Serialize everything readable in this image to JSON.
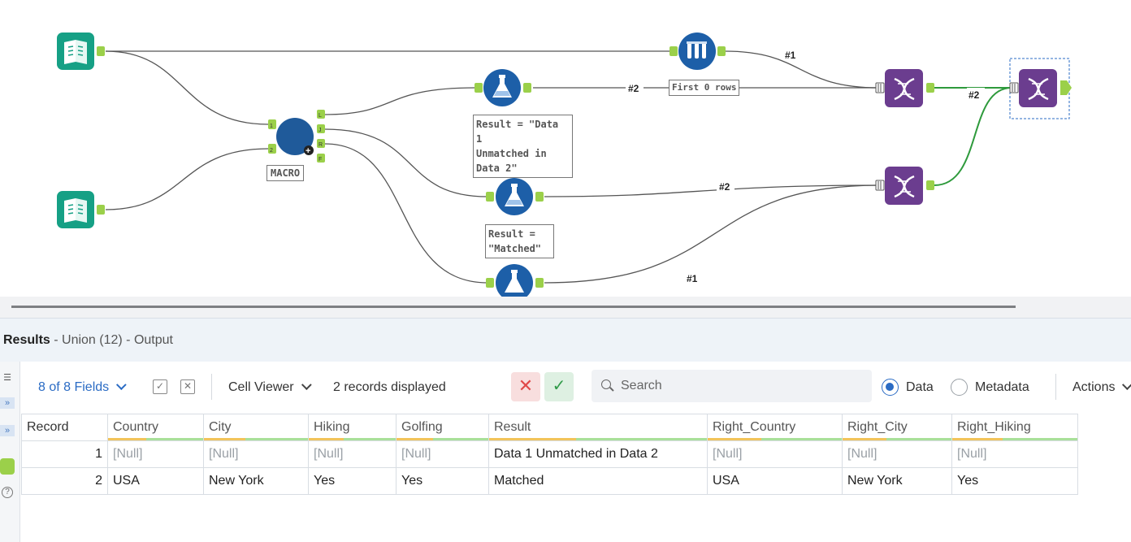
{
  "canvas": {
    "macro_label": "MACRO",
    "annotations": {
      "formula1": "Result = \"Data 1\nUnmatched in\nData 2\"",
      "formula2": "Result =\n\"Matched\"",
      "sample": "First 0 rows"
    },
    "wire_labels": [
      "#1",
      "#2",
      "#2",
      "#1",
      "#2"
    ],
    "macro_anchors": {
      "in1": "1",
      "in2": "2",
      "out_l": "L",
      "out_j": "J",
      "out_r": "R",
      "out_f": "F"
    }
  },
  "results": {
    "title_bold": "Results",
    "title_rest": " - Union (12) - Output"
  },
  "toolbar": {
    "fields_selector": "8 of 8 Fields",
    "cell_viewer": "Cell Viewer",
    "records_displayed": "2 records displayed",
    "search_placeholder": "Search",
    "data_label": "Data",
    "metadata_label": "Metadata",
    "actions_label": "Actions"
  },
  "table": {
    "columns": [
      "Record",
      "Country",
      "City",
      "Hiking",
      "Golfing",
      "Result",
      "Right_Country",
      "Right_City",
      "Right_Hiking"
    ],
    "rows": [
      [
        "1",
        "[Null]",
        "[Null]",
        "[Null]",
        "[Null]",
        "Data 1 Unmatched in Data 2",
        "[Null]",
        "[Null]",
        "[Null]"
      ],
      [
        "2",
        "USA",
        "New York",
        "Yes",
        "Yes",
        "Matched",
        "USA",
        "New York",
        "Yes"
      ]
    ]
  },
  "colors": {
    "input_tool": "#16a085",
    "formula_tool": "#1d5fa8",
    "union_tool": "#6b3d8f",
    "anchor": "#9bd04a",
    "accent": "#2a6bc4"
  },
  "icons": [
    "book-icon",
    "flask-icon",
    "test-tubes-icon",
    "dna-icon",
    "search-icon",
    "x-icon",
    "check-icon"
  ]
}
